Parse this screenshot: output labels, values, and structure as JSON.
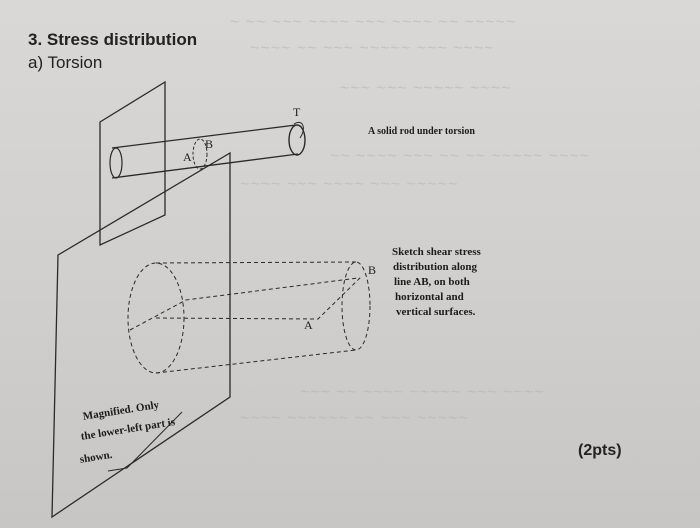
{
  "heading": "3. Stress distribution",
  "subheading": "a) Torsion",
  "rod_caption": "A solid rod under torsion",
  "sketch_instruction": [
    "Sketch shear stress",
    "distribution along",
    "line AB, on both",
    "horizontal and",
    "vertical surfaces."
  ],
  "magnified_note": [
    "Magnified. Only",
    "the lower-left part is",
    "shown."
  ],
  "points": "(2pts)",
  "labels": {
    "rod_A": "A",
    "rod_B": "B",
    "rod_T": "T",
    "section_A": "A",
    "section_B": "B"
  }
}
